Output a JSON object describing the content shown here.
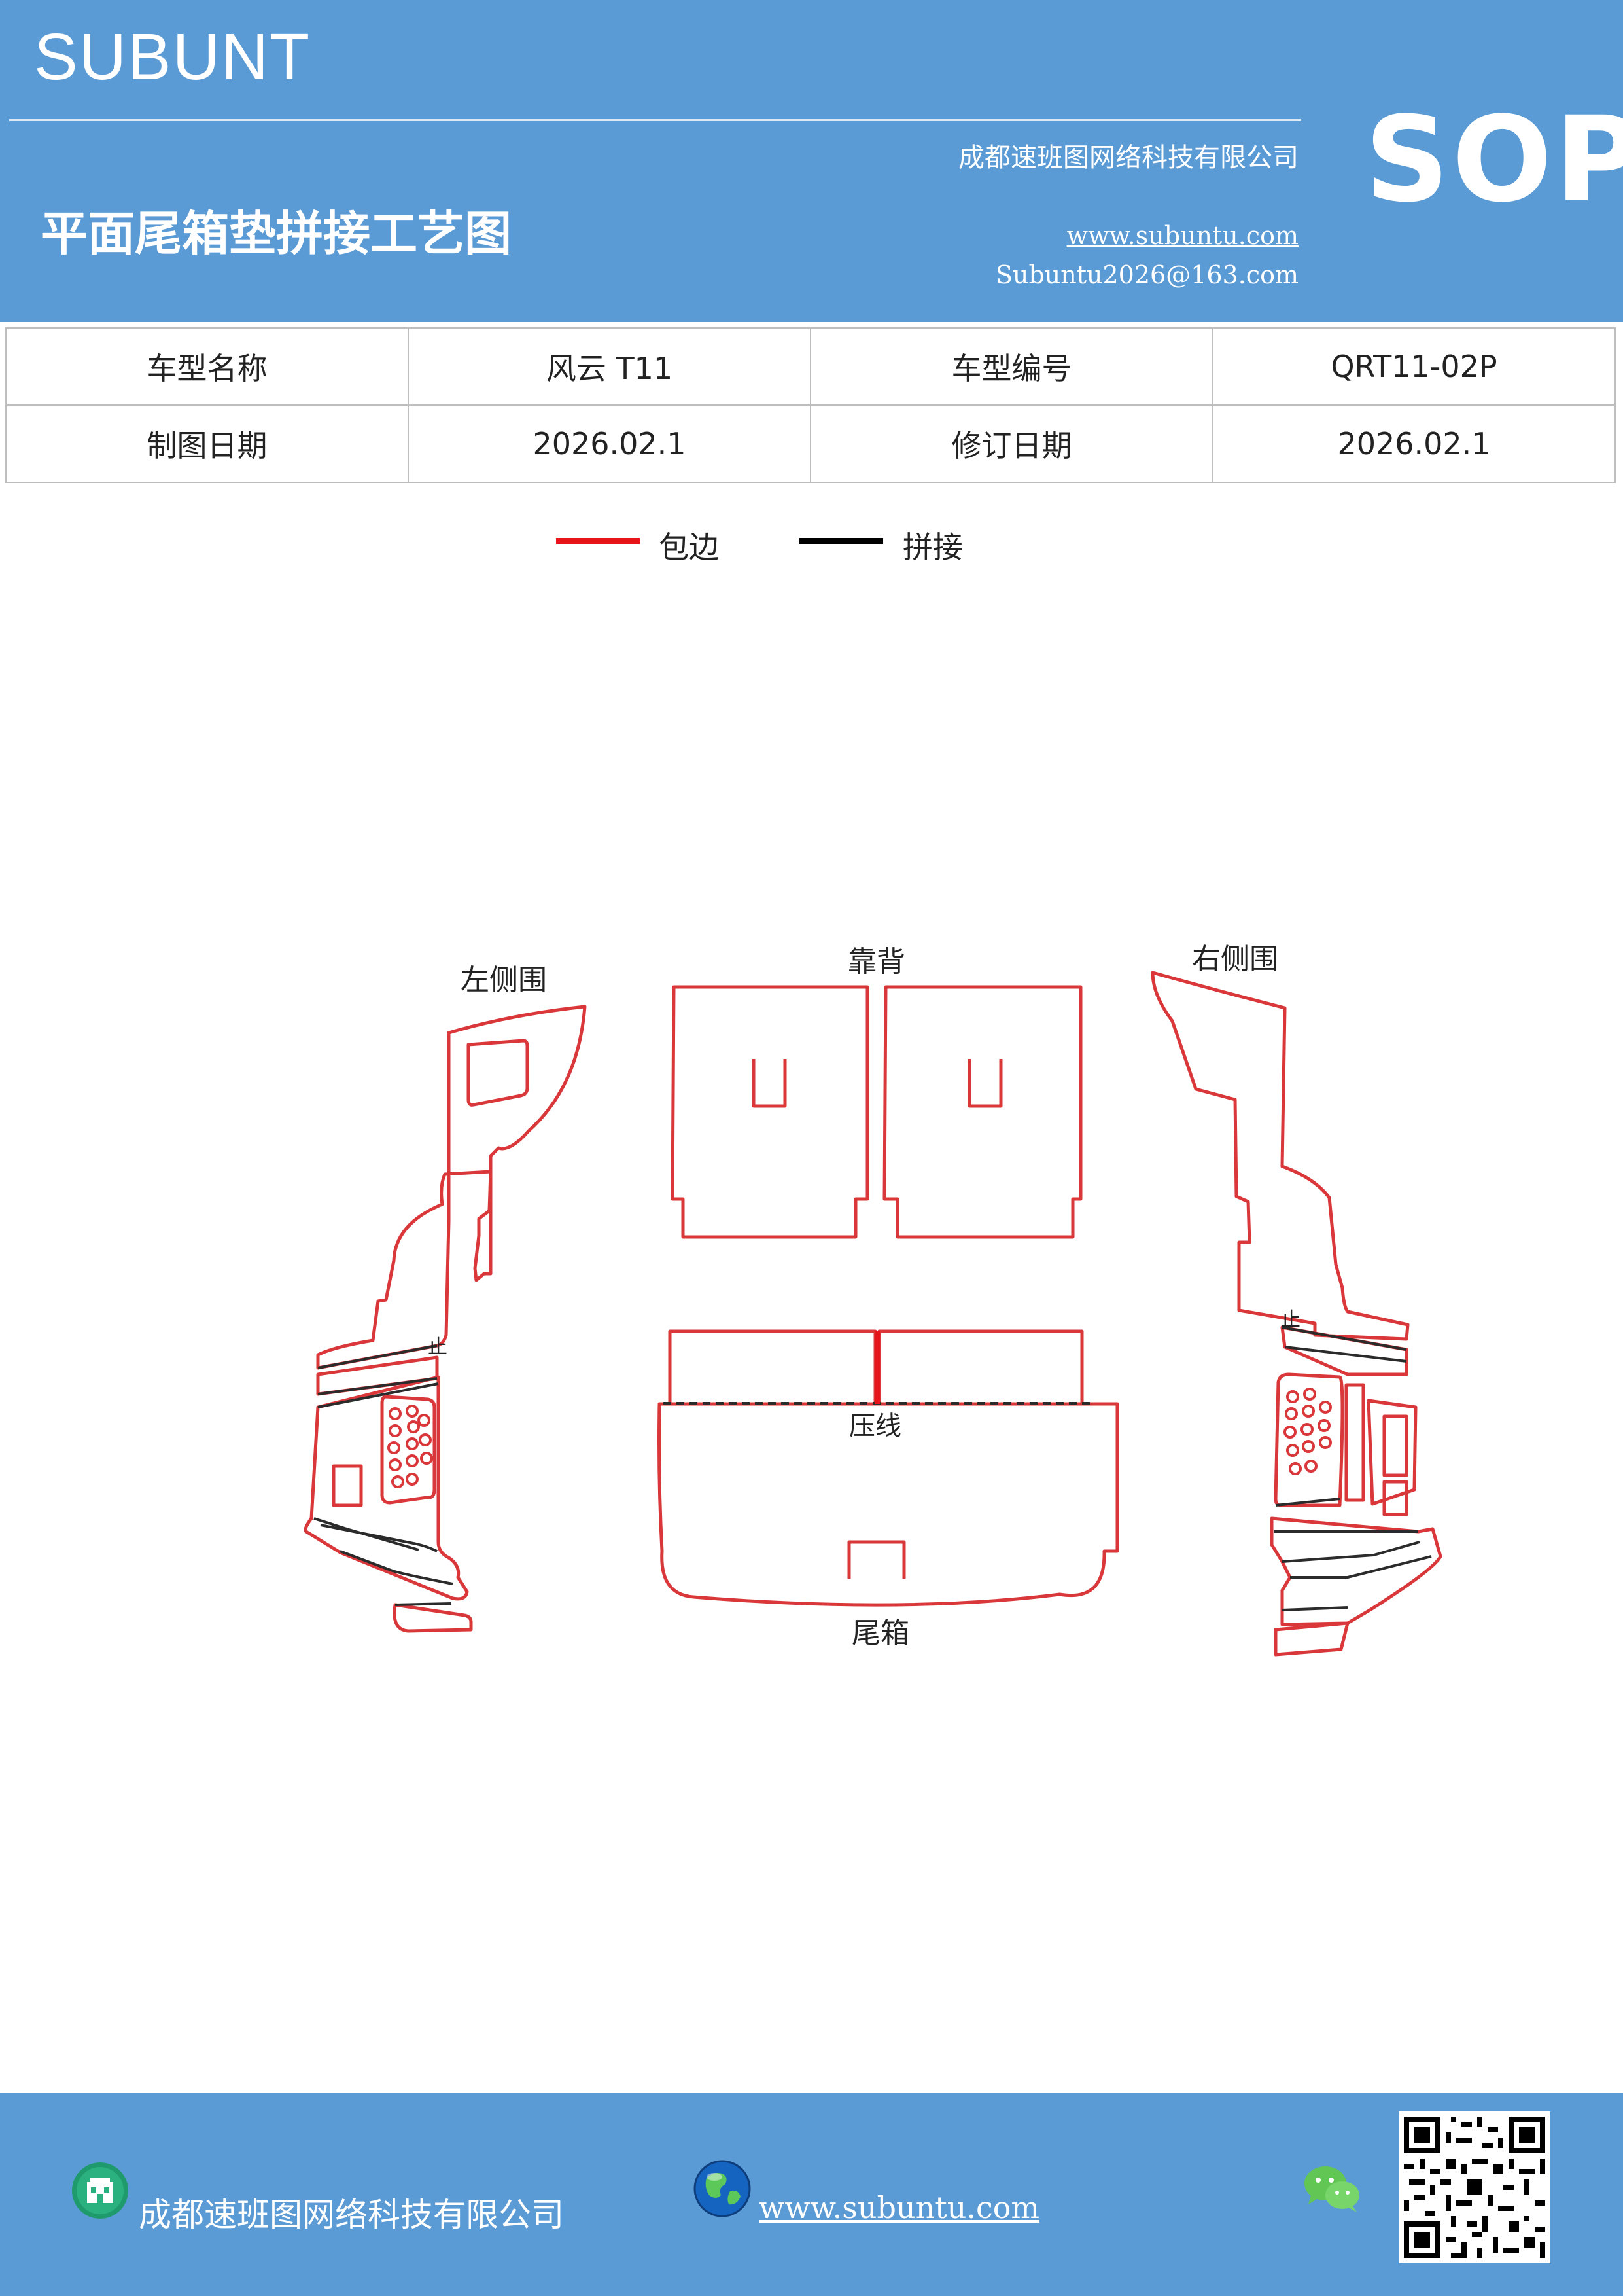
{
  "header": {
    "brand": "SUBUNT",
    "company": "成都速班图网络科技有限公司",
    "title": "平面尾箱垫拼接工艺图",
    "website": "www.subuntu.com",
    "email": "Subuntu2026@163.com",
    "sop": "SOP"
  },
  "info_table": {
    "rows": [
      [
        "车型名称",
        "风云 T11",
        "车型编号",
        "QRT11-02P"
      ],
      [
        "制图日期",
        "2026.02.1",
        "修订日期",
        "2026.02.1"
      ]
    ]
  },
  "legend": {
    "items": [
      {
        "label": "包边",
        "color": "#e8141b"
      },
      {
        "label": "拼接",
        "color": "#000000"
      }
    ]
  },
  "diagram": {
    "labels": {
      "left_side": "左侧围",
      "backrest": "靠背",
      "right_side": "右侧围",
      "press_line": "压线",
      "trunk": "尾箱",
      "stop_left": "止",
      "stop_right": "止"
    },
    "colors": {
      "edge": "#d9373a",
      "seam": "#2b2b2b"
    }
  },
  "footer": {
    "company": "成都速班图网络科技有限公司",
    "website": "www.subuntu.com",
    "icons": [
      "building-icon",
      "globe-icon",
      "wechat-icon",
      "qr-code-icon"
    ]
  }
}
